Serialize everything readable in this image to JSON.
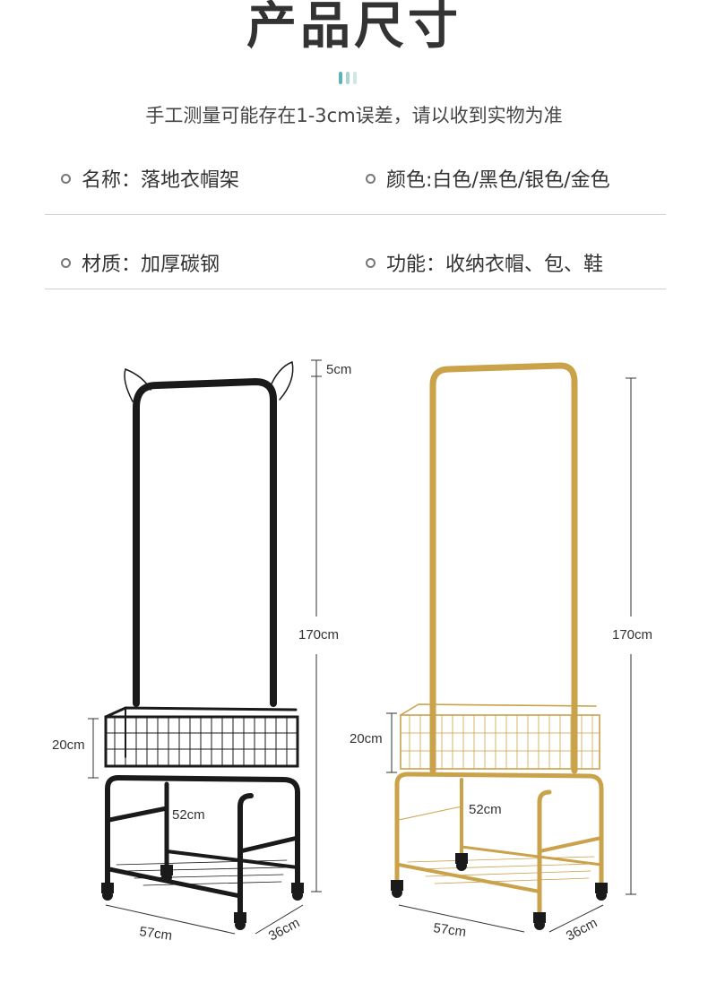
{
  "title": "产品尺寸",
  "subtitle": "手工测量可能存在1-3cm误差，请以收到实物为准",
  "specs": [
    {
      "label": "名称：",
      "value": "落地衣帽架"
    },
    {
      "label": "颜色:",
      "value": "白色/黑色/银色/金色"
    },
    {
      "label": "材质：",
      "value": "加厚碳钢"
    },
    {
      "label": "功能：",
      "value": "收纳衣帽、包、鞋"
    }
  ],
  "colors": {
    "accent_teal": "#5fb3b3",
    "accent_light": "#b9dada",
    "black_rack": "#1a1a1a",
    "gold_rack": "#c9a24a"
  },
  "black_rack": {
    "top_dim": "5cm",
    "height_dim": "170cm",
    "basket_dim": "20cm",
    "width_dim": "52cm",
    "base_width": "57cm",
    "depth": "36cm"
  },
  "gold_rack": {
    "height_dim": "170cm",
    "basket_dim": "20cm",
    "width_dim": "52cm",
    "base_width": "57cm",
    "depth": "36cm"
  }
}
